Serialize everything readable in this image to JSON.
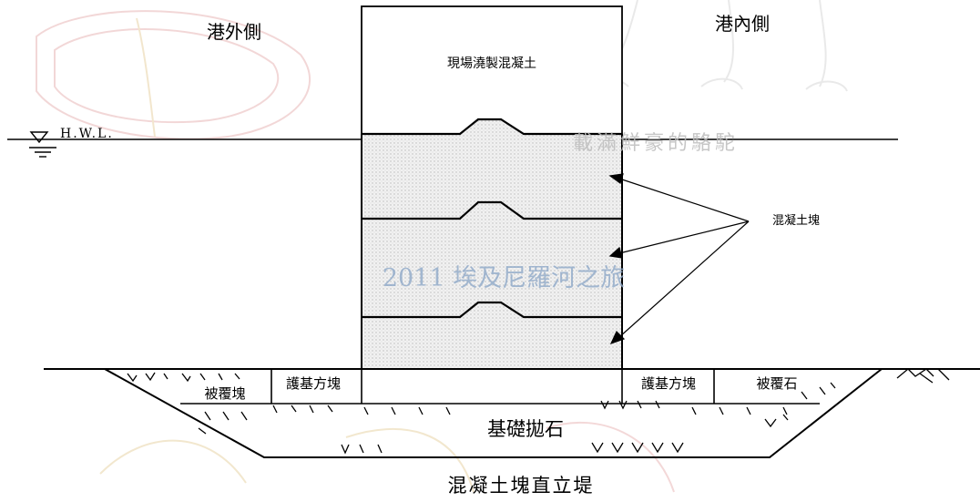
{
  "labels": {
    "seaside": "港外側",
    "harborside": "港內側",
    "cast_in_place": "現場澆製混凝土",
    "hwl": "H.W.L.",
    "concrete_blocks": "混凝土塊",
    "cover_block": "被覆塊",
    "foot_protection_left": "護基方塊",
    "foot_protection_right": "護基方塊",
    "cover_stone": "被覆石",
    "foundation_rubble": "基礎拋石",
    "caption": "混凝土塊直立堤"
  },
  "watermarks": {
    "center": "2011 埃及尼羅河之旅",
    "top": "載滿鮮豪的駱駝"
  },
  "colors": {
    "line": "#000000",
    "block_fill": "#ececec",
    "watermark_blue": "#8fa9c9",
    "watermark_gray": "#bdbdbd",
    "watermark_pink": "#e9b8b8",
    "watermark_tan": "#e8d3a6"
  }
}
